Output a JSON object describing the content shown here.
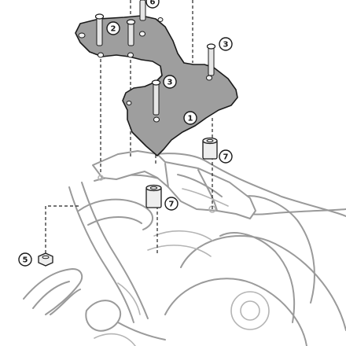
{
  "diagram": {
    "callouts": [
      {
        "id": "1",
        "text": "1"
      },
      {
        "id": "2",
        "text": "2"
      },
      {
        "id": "3a",
        "text": "3"
      },
      {
        "id": "3b",
        "text": "3"
      },
      {
        "id": "5",
        "text": "5"
      },
      {
        "id": "6",
        "text": "6"
      },
      {
        "id": "7a",
        "text": "7"
      },
      {
        "id": "7b",
        "text": "7"
      }
    ]
  }
}
